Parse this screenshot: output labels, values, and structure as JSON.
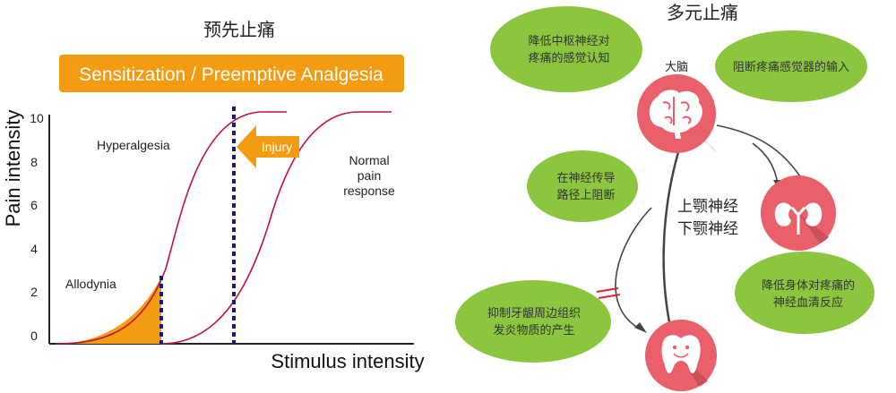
{
  "left": {
    "title": "预先止痛",
    "banner": "Sensitization / Preemptive Analgesia",
    "ylabel": "Pain intensity",
    "xlabel": "Stimulus intensity",
    "yticks": [
      "0",
      "2",
      "4",
      "6",
      "8",
      "10"
    ],
    "labels": {
      "hyperalgesia": "Hyperalgesia",
      "allodynia": "Allodynia",
      "injury": "Injury",
      "normal_1": "Normal",
      "normal_2": "pain",
      "normal_3": "response"
    },
    "colors": {
      "banner": "#f39c12",
      "curve": "#c0143c",
      "fill": "#f39c12",
      "dotted": "#1a1a7a"
    }
  },
  "right": {
    "title": "多元止痛",
    "brain_label": "大脑",
    "nerve_line1": "上颚神经",
    "nerve_line2": "下颚神经",
    "bubbles": {
      "b1_line1": "降低中枢神经对",
      "b1_line2": "疼痛的感觉认知",
      "b2_line1": "阻断疼痛感觉器的输入",
      "b3_line1": "在神经传导",
      "b3_line2": "路径上阻断",
      "b4_line1": "抑制牙龈周边组织",
      "b4_line2": "发炎物质的产生",
      "b5_line1": "降低身体对疼痛的",
      "b5_line2": "神经血清反应"
    },
    "icons": [
      "brain-icon",
      "kidneys-icon",
      "tooth-icon"
    ],
    "colors": {
      "bubble": "#8cc63f",
      "circle": "#e95f6a",
      "circle_shadow": "#c94f58"
    }
  }
}
